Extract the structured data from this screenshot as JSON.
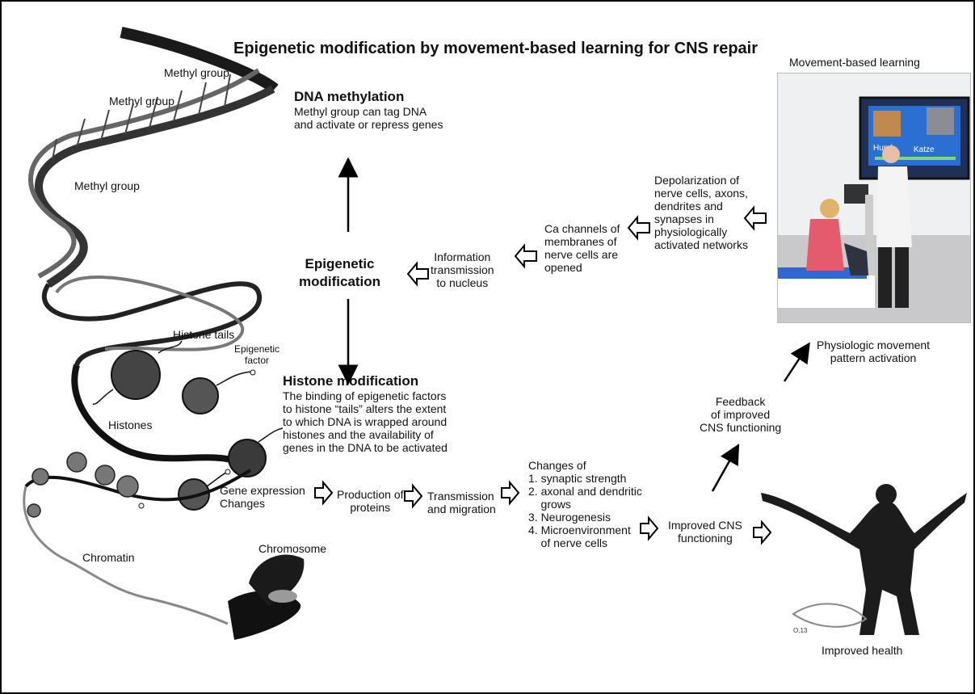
{
  "title": "Epigenetic modification by movement-based learning for CNS repair",
  "dna_labels": {
    "methyl_group_1": "Methyl group",
    "methyl_group_2": "Methyl group",
    "methyl_group_3": "Methyl group",
    "histone_tails": "Histone tails",
    "epigenetic_factor": "Epigenetic\nfactor",
    "histones": "Histones",
    "gene_expression_changes": "Gene expression\nChanges",
    "chromatin": "Chromatin",
    "chromosome": "Chromosome"
  },
  "dna_methylation": {
    "heading": "DNA methylation",
    "text": "Methyl group can tag DNA\nand activate or repress genes"
  },
  "epigenetic_modification": "Epigenetic\nmodification",
  "histone_modification": {
    "heading": "Histone modification",
    "text": "The binding of epigenetic factors\nto histone “tails” alters the extent\nto which DNA is wrapped around\nhistones and the availability of\ngenes in the DNA to be activated"
  },
  "information_transmission": "Information\ntransmission\nto nucleus",
  "ca_channels": "Ca channels of\nmembranes of\nnerve cells are\nopened",
  "depolarization": "Depolarization of\nnerve cells, axons,\ndendrites and\nsynapses in\nphysiologically\nactivated networks",
  "movement_based_learning": "Movement-based learning",
  "photo_screen": {
    "left_word": "Hund",
    "right_word": "Katze"
  },
  "physiologic_activation": "Physiologic movement\npattern activation",
  "feedback": "Feedback\nof improved\nCNS functioning",
  "production_of_proteins": "Production of\nproteins",
  "transmission_and_migration": "Transmission\nand migration",
  "changes_of": {
    "heading": "Changes of",
    "items": [
      "1. synaptic strength",
      "2. axonal and dendritic\n    grows",
      "3. Neurogenesis",
      "4. Microenvironment\n    of nerve cells"
    ]
  },
  "improved_cns_functioning": "Improved CNS\nfunctioning",
  "improved_health": "Improved health",
  "statue_signature": "O,13"
}
